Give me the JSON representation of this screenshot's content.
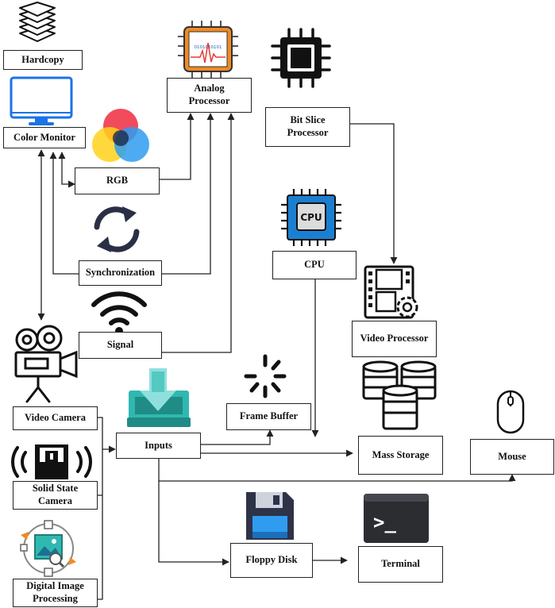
{
  "nodes": {
    "hardcopy": "Hardcopy",
    "color_monitor": "Color Monitor",
    "rgb": "RGB",
    "analog_processor": [
      "Analog",
      "Processor"
    ],
    "bit_slice": [
      "Bit Slice",
      "Processor"
    ],
    "synchronization": "Synchronization",
    "signal": "Signal",
    "cpu": "CPU",
    "video_processor": "Video Processor",
    "video_camera": "Video Camera",
    "inputs": "Inputs",
    "frame_buffer": "Frame Buffer",
    "mass_storage": "Mass Storage",
    "mouse": "Mouse",
    "solid_state": [
      "Solid State",
      "Camera"
    ],
    "digital_image": [
      "Digital Image",
      "Processing"
    ],
    "floppy": "Floppy Disk",
    "terminal": "Terminal"
  },
  "icons": {
    "cpu_chip_label": "CPU",
    "analog_chip_bits": "0101010101",
    "terminal_prompt": ">_"
  },
  "colors": {
    "line": "#222222",
    "chip_blue": "#1b7fd1",
    "teal": "#2fb8b0",
    "orange": "#f08a24"
  }
}
